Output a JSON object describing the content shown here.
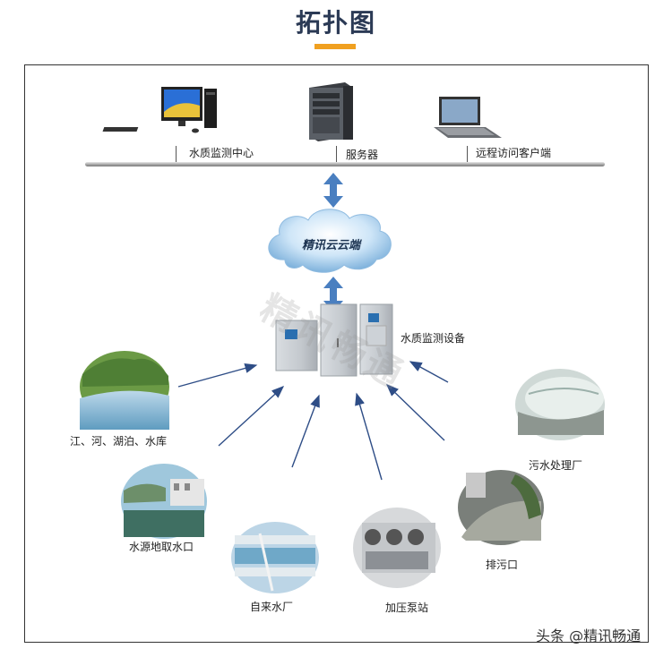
{
  "title": "拓扑图",
  "top_nodes": [
    {
      "label": "水质监测中心",
      "icon": "desktop-computer-icon"
    },
    {
      "label": "服务器",
      "icon": "server-tower-icon"
    },
    {
      "label": "远程访问客户端",
      "icon": "laptop-icon"
    }
  ],
  "cloud_label": "精讯云云端",
  "device_label": "水质监测设备",
  "sites": [
    {
      "label": "江、河、湖泊、水库"
    },
    {
      "label": "水源地取水口"
    },
    {
      "label": "自来水厂"
    },
    {
      "label": "加压泵站"
    },
    {
      "label": "排污口"
    },
    {
      "label": "污水处理厂"
    }
  ],
  "watermark": "精讯畅通",
  "credit": "头条 @精讯畅通",
  "colors": {
    "title": "#2b3a55",
    "accent": "#f0a020",
    "arrow": "#2e4d86",
    "double_arrow": "#4a7fc0"
  }
}
